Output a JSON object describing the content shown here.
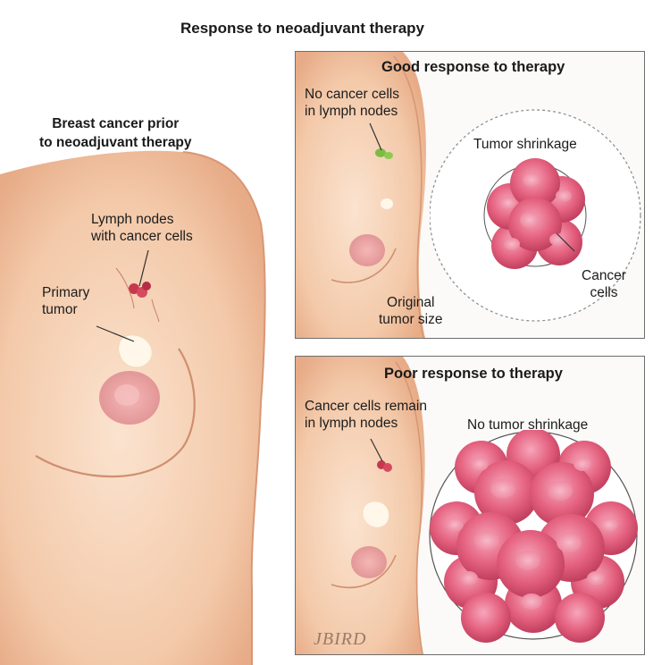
{
  "figure": {
    "title": "Response to neoadjuvant therapy",
    "signature": "JBIRD",
    "colors": {
      "skin": "#f4cfb0",
      "skin_shadow": "#e6a884",
      "cell": "#e05a78",
      "cell_light": "#f29ab0",
      "node_red": "#c8374d",
      "node_green": "#7dbb44",
      "panel_border": "#6d6d6d"
    }
  },
  "left": {
    "heading": "Breast cancer prior\nto neoadjuvant therapy",
    "lymph_label": "Lymph nodes\nwith cancer cells",
    "tumor_label": "Primary\ntumor"
  },
  "good": {
    "heading": "Good response to therapy",
    "lymph_label": "No cancer cells\nin lymph nodes",
    "shrink_label": "Tumor shrinkage",
    "cells_label": "Cancer\ncells",
    "original_label": "Original\ntumor size"
  },
  "poor": {
    "heading": "Poor response to therapy",
    "lymph_label": "Cancer cells remain\nin lymph nodes",
    "shrink_label": "No tumor shrinkage"
  }
}
